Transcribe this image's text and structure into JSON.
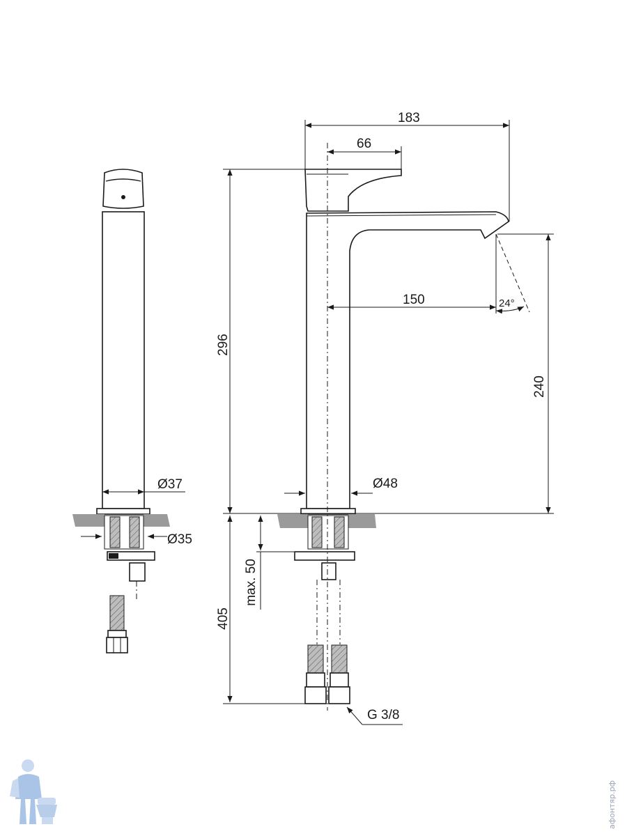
{
  "dimensions": {
    "spout_reach_total": "183",
    "handle_reach": "66",
    "spout_reach_from_axis": "150",
    "flow_angle": "24°",
    "overall_height": "296",
    "outlet_height": "240",
    "body_diameter_side": "Ø37",
    "body_diameter_front": "Ø48",
    "mounting_hole": "Ø35",
    "max_deck_thickness": "max. 50",
    "hose_length": "405",
    "connection_thread": "G 3/8"
  },
  "watermark": "афонтяр.рф"
}
